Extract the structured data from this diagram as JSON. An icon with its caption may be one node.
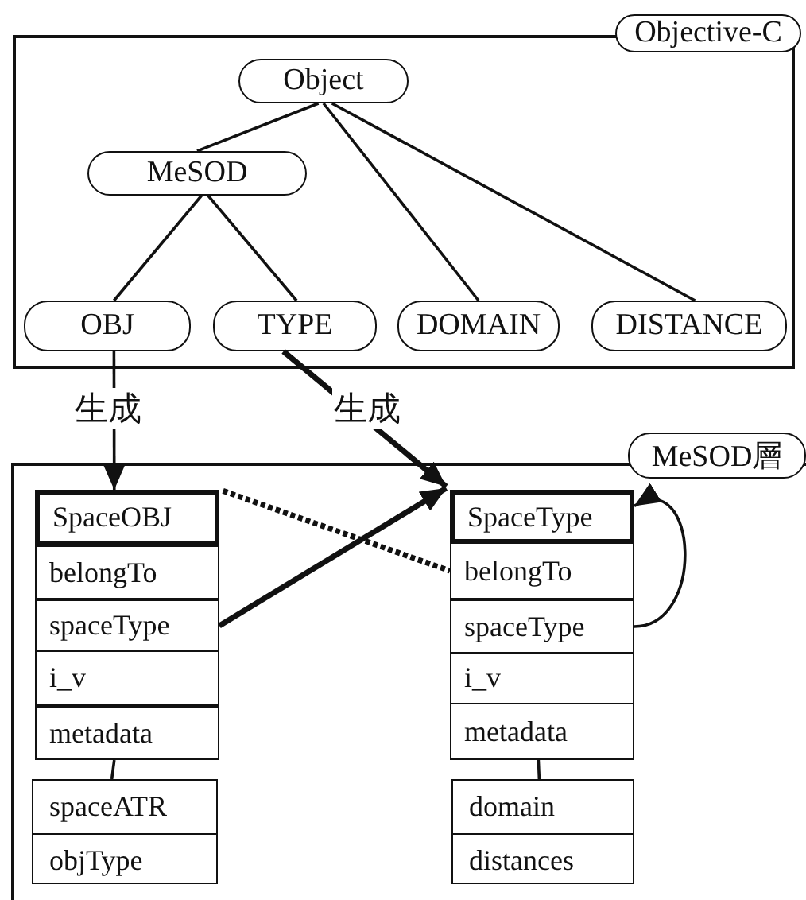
{
  "diagram": {
    "nodes": [
      {
        "text": [
          "Objective-C"
        ]
      },
      {
        "text": [
          "Object"
        ],
        "in": 0
      },
      {
        "text": [
          "MeSOD"
        ],
        "in": 0
      },
      {
        "text": [
          "OBJ"
        ],
        "in": 0
      },
      {
        "text": [
          "TYPE"
        ],
        "in": 0
      },
      {
        "text": [
          "DOMAIN"
        ],
        "in": 0
      },
      {
        "text": [
          "DISTANCE"
        ],
        "in": 0
      },
      {
        "text": [
          "MeSOD層"
        ]
      },
      {
        "text": [
          "SpaceOBJ"
        ],
        "in": 7
      },
      {
        "text": [
          "belongTo"
        ],
        "in": 7
      },
      {
        "text": [
          "spaceType"
        ],
        "in": 7
      },
      {
        "text": [
          "i_v"
        ],
        "in": 7
      },
      {
        "text": [
          "metadata"
        ],
        "in": 7
      },
      {
        "text": [
          "spaceATR",
          "objType"
        ],
        "in": 7
      },
      {
        "text": [
          "SpaceType"
        ],
        "in": 7
      },
      {
        "text": [
          "belongTo"
        ],
        "in": 7
      },
      {
        "text": [
          "spaceType"
        ],
        "in": 7
      },
      {
        "text": [
          "i_v"
        ],
        "in": 7
      },
      {
        "text": [
          "metadata"
        ],
        "in": 7
      },
      {
        "text": [
          "domain",
          "distances"
        ],
        "in": 7
      }
    ],
    "edges": [
      {
        "from": 1,
        "to": 2,
        "arrow": "none"
      },
      {
        "from": 1,
        "to": 5,
        "arrow": "none"
      },
      {
        "from": 1,
        "to": 6,
        "arrow": "none"
      },
      {
        "from": 2,
        "to": 3,
        "arrow": "none"
      },
      {
        "from": 2,
        "to": 4,
        "arrow": "none"
      },
      {
        "from": 3,
        "to": 8,
        "arrow": "to",
        "label": "生成"
      },
      {
        "from": 4,
        "to": 14,
        "arrow": "to",
        "label": "生成",
        "style": "thick"
      },
      {
        "from": 8,
        "to": 15,
        "arrow": "none",
        "style": "dashed"
      },
      {
        "from": 10,
        "to": 14,
        "arrow": "to",
        "style": "thick"
      },
      {
        "from": 16,
        "to": 14,
        "arrow": "to"
      },
      {
        "from": 12,
        "to": 13,
        "arrow": "none"
      },
      {
        "from": 18,
        "to": 19,
        "arrow": "none"
      }
    ]
  }
}
